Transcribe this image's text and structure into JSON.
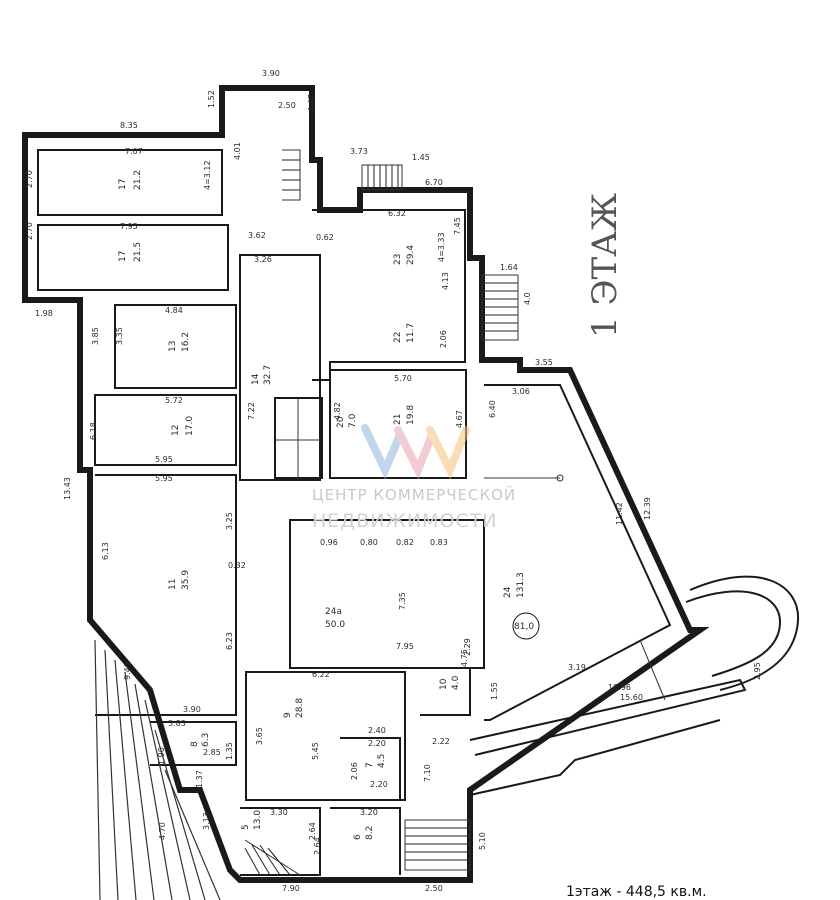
{
  "title": "1 ЭТАЖ",
  "footer_total": "1этаж - 448,5 кв.м.",
  "watermark": {
    "line1": "ЦЕНТР КОММЕРЧЕСКОЙ",
    "line2": "НЕДВИЖИМОСТИ",
    "colors": [
      "#8fb4dc",
      "#e9a3b0",
      "#f4c27a"
    ]
  },
  "rooms": [
    {
      "id": "r11",
      "number": "11",
      "area": "35.9"
    },
    {
      "id": "r12",
      "number": "12",
      "area": "17.0"
    },
    {
      "id": "r13",
      "number": "13",
      "area": "16.2"
    },
    {
      "id": "r14",
      "number": "14",
      "area": "32.7"
    },
    {
      "id": "r17",
      "number": "17",
      "area": "21.2"
    },
    {
      "id": "r17b",
      "number": "17",
      "area": "21.5"
    },
    {
      "id": "r23",
      "number": "23",
      "area": "29.4"
    },
    {
      "id": "r22",
      "number": "22",
      "area": "11.7"
    },
    {
      "id": "r21",
      "number": "21",
      "area": "19.8"
    },
    {
      "id": "r20",
      "number": "20",
      "area": "7.0"
    },
    {
      "id": "r24",
      "number": "24",
      "area": "131.3"
    },
    {
      "id": "r24a",
      "number": "24a",
      "area": "50.0"
    },
    {
      "id": "r9",
      "number": "9",
      "area": "28.8"
    },
    {
      "id": "r10",
      "number": "10",
      "area": "4.0"
    },
    {
      "id": "r7",
      "number": "7",
      "area": "4.5"
    },
    {
      "id": "r8",
      "number": "8",
      "area": "6.3"
    },
    {
      "id": "r5",
      "number": "5",
      "area": "13.0"
    },
    {
      "id": "r6",
      "number": "6",
      "area": "8.2"
    }
  ],
  "circled_area": "81,0",
  "dimensions": [
    "3.90",
    "2.50",
    "1.52",
    "4.47",
    "8.35",
    "7.07",
    "4.01",
    "1.45",
    "3.73",
    "6.70",
    "2.70",
    "4=3.12",
    "2.70",
    "7.95",
    "3.62",
    "0.62",
    "6.32",
    "4=3.33",
    "7.45",
    "4.13",
    "1.64",
    "4.0",
    "1.98",
    "4.84",
    "3.35",
    "3.26",
    "2.06",
    "3.55",
    "3.85",
    "5.70",
    "3.06",
    "6.40",
    "7.22",
    "5.72",
    "4.82",
    "4.67",
    "6.18",
    "5.95",
    "5.95",
    "13.43",
    "6.13",
    "3.25",
    "0.32",
    "11.42",
    "12.39",
    "0.96",
    "0.80",
    "0.82",
    "0.83",
    "7.35",
    "6.23",
    "7.95",
    "4.75",
    "2.95",
    "9.46",
    "6.22",
    "3.90",
    "3.65",
    "5.45",
    "2.40",
    "2.20",
    "2.06",
    "2.20",
    "2.22",
    "7.10",
    "3.19",
    "10.96",
    "15.60",
    "3.83",
    "1.90",
    "2.85",
    "1.35",
    "3.30",
    "3.20",
    "2.64",
    "5.10",
    "2.64",
    "7.90",
    "2.50",
    "1.37",
    "4.70",
    "3.13",
    "1.55",
    "2.29"
  ]
}
